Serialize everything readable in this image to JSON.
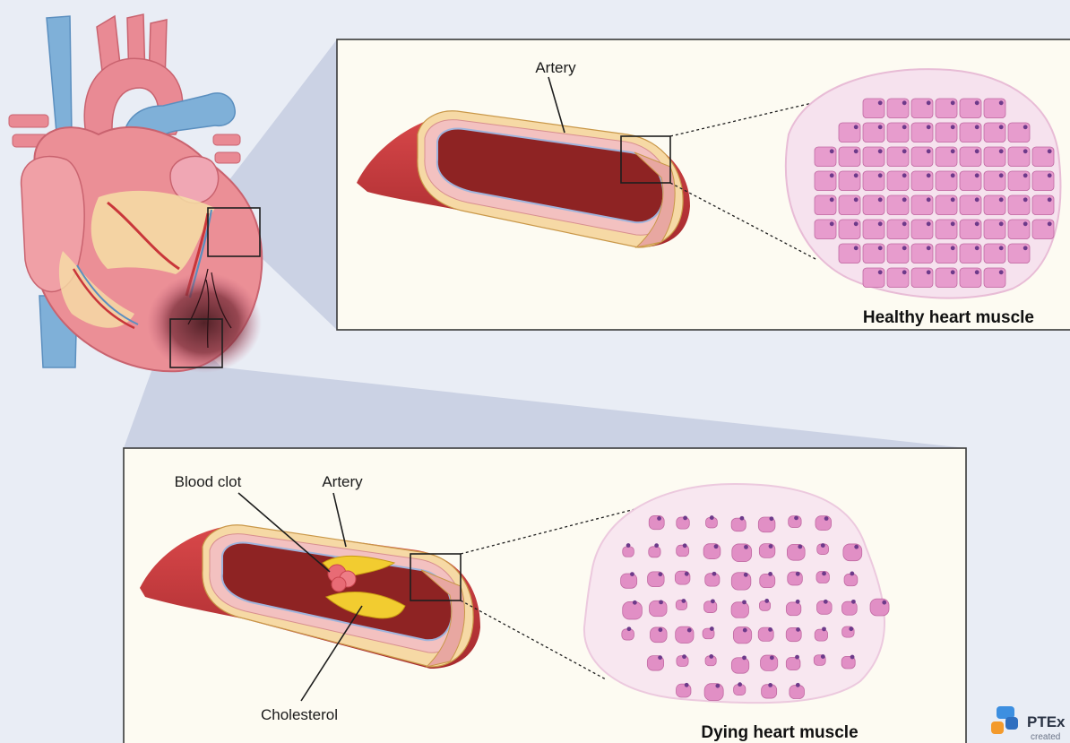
{
  "colors": {
    "background": "#e9edf5",
    "panel_fill": "#fdfbf2",
    "panel_border": "#3a3a3a",
    "artery_outer": "#c8393c",
    "artery_lumen": "#8e2323",
    "artery_wall": "#f3c1c0",
    "heart_muscle": "#e79ccd",
    "clot": "#e86b75",
    "cholesterol": "#f2cc30"
  },
  "heart": {
    "name": "heart-illustration",
    "boxes": [
      "healthy-region-box",
      "damaged-region-box"
    ]
  },
  "top_panel": {
    "artery_label": "Artery",
    "title": "Healthy heart muscle"
  },
  "bottom_panel": {
    "blood_clot_label": "Blood clot",
    "artery_label": "Artery",
    "cholesterol_label": "Cholesterol",
    "title": "Dying heart muscle"
  },
  "watermark": {
    "logo_text": "PTEx",
    "sub_text": "created"
  }
}
